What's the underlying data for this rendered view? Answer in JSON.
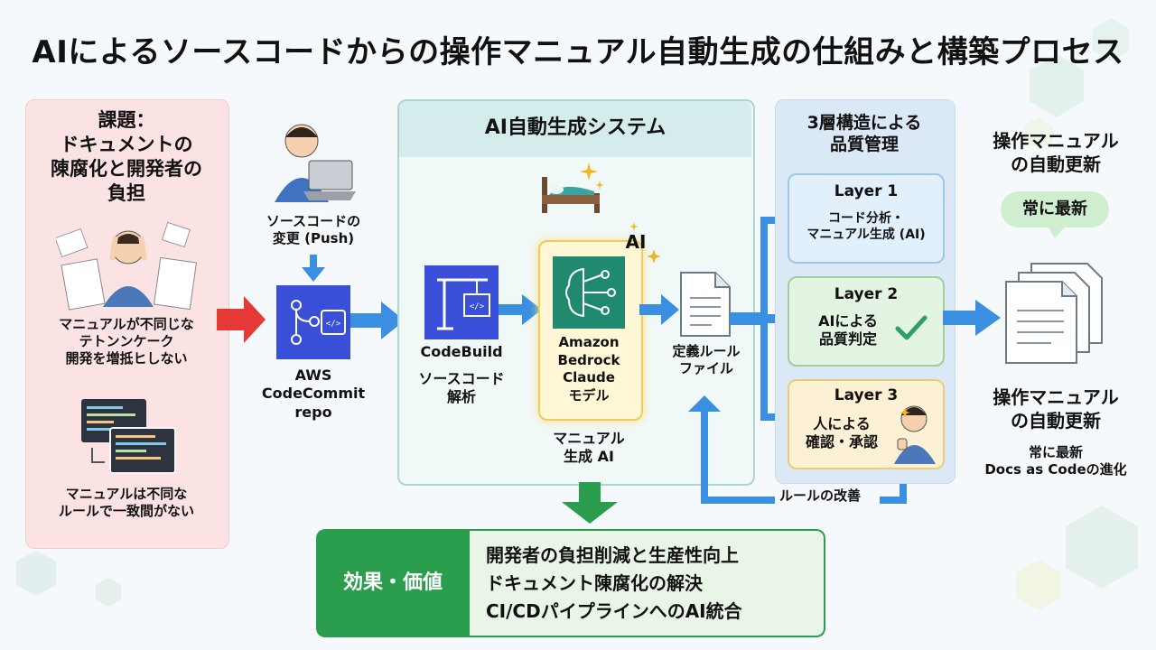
{
  "title": "AIによるソースコードからの操作マニュアル自動生成の仕組みと構築プロセス",
  "problem": {
    "heading_line1": "課題：",
    "heading_line2": "ドキュメントの",
    "heading_line3": "陳腐化と開発者の",
    "heading_line4": "負担",
    "issue1_line1": "マニュアルが不同じな",
    "issue1_line2": "テトンンケーク",
    "issue1_line3": "開発を増抵ヒしない",
    "issue2_line1": "マニュアルは不同な",
    "issue2_line2": "ルールで一致間がない"
  },
  "developer": {
    "push_line1": "ソースコードの",
    "push_line2": "変更 (Push)"
  },
  "codecommit": {
    "line1": "AWS",
    "line2": "CodeCommit",
    "line3": "repo"
  },
  "system": {
    "title": "AI自動生成システム",
    "codebuild_label": "CodeBuild",
    "codebuild_desc_line1": "ソースコード",
    "codebuild_desc_line2": "解析",
    "ai_badge": "AI",
    "bedrock_line1": "Amazon",
    "bedrock_line2": "Bedrock",
    "bedrock_line3": "Claude",
    "bedrock_line4": "モデル",
    "gen_line1": "マニュアル",
    "gen_line2": "生成 AI"
  },
  "rules": {
    "file_line1": "定義ルール",
    "file_line2": "ファイル",
    "improve": "ルールの改善"
  },
  "quality": {
    "title_line1": "3層構造による",
    "title_line2": "品質管理",
    "layer1_title": "Layer 1",
    "layer1_line1": "コード分析・",
    "layer1_line2": "マニュアル生成 (AI)",
    "layer2_title": "Layer 2",
    "layer2_line1": "AIによる",
    "layer2_line2": "品質判定",
    "layer3_title": "Layer 3",
    "layer3_line1": "人による",
    "layer3_line2": "確認・承認"
  },
  "output": {
    "top_line1": "操作マニュアル",
    "top_line2": "の自動更新",
    "bubble": "常に最新",
    "bottom_line1": "操作マニュアル",
    "bottom_line2": "の自動更新",
    "bottom_line3": "常に最新",
    "bottom_line4": "Docs as Codeの進化"
  },
  "effects": {
    "label": "効果・価値",
    "item1": "開発者の負担削減と生産性向上",
    "item2": "ドキュメント陳腐化の解決",
    "item3": "CI/CDパイプラインへのAI統合"
  },
  "colors": {
    "arrow_blue": "#3a8fe0",
    "arrow_red": "#e53935",
    "effect_green": "#2a9e4c",
    "aws_blue": "#3a4fd8",
    "bedrock_green": "#1f8a6e"
  }
}
